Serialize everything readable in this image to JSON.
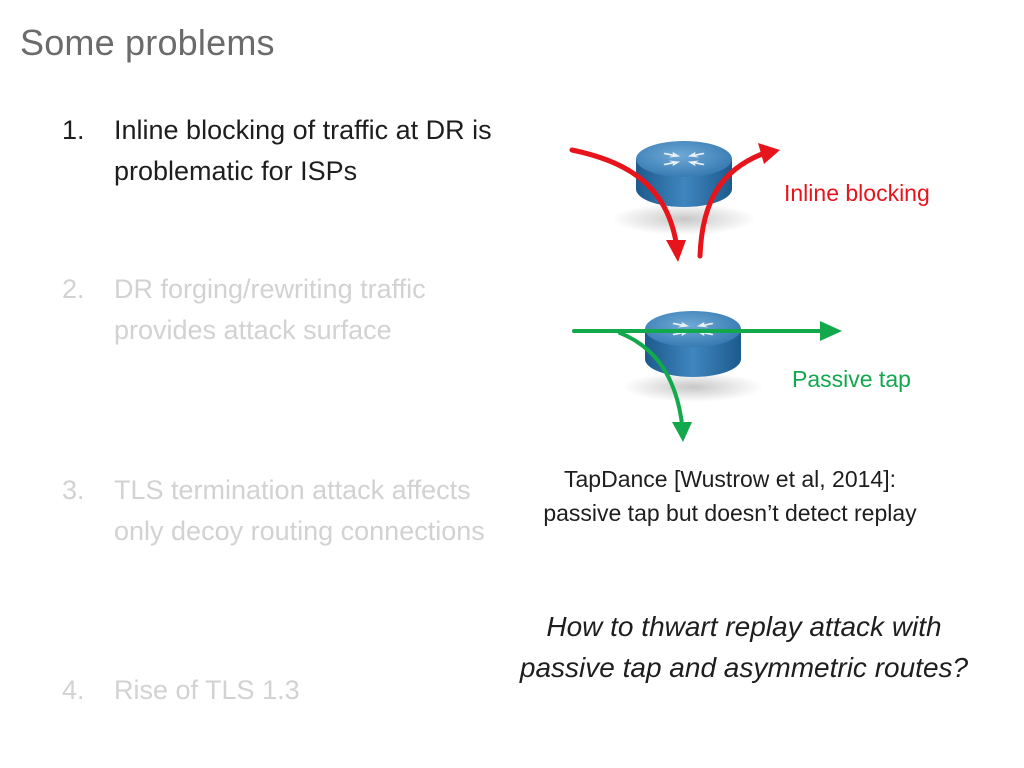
{
  "slide": {
    "title": "Some problems",
    "items": [
      {
        "num": "1.",
        "text": "Inline blocking of traffic at DR is problematic for ISPs"
      },
      {
        "num": "2.",
        "text": "DR forging/rewriting traffic provides attack surface"
      },
      {
        "num": "3.",
        "text": "TLS termination attack affects only decoy routing connections"
      },
      {
        "num": "4.",
        "text": "Rise of TLS 1.3"
      }
    ]
  },
  "diagram": {
    "inline_label": "Inline blocking",
    "passive_label": "Passive tap",
    "inline_color": "#e8141b",
    "passive_color": "#12a94d",
    "router_icon": "router-icon"
  },
  "caption": {
    "line1": "TapDance [Wustrow et al, 2014]:",
    "line2": "passive tap but doesn’t detect replay"
  },
  "question": {
    "line1": "How to thwart replay attack with",
    "line2": "passive tap and asymmetric routes?"
  },
  "colors": {
    "title": "#6b6b6b",
    "active_text": "#1e1e1e",
    "faded_text": "#d2d2d2"
  }
}
